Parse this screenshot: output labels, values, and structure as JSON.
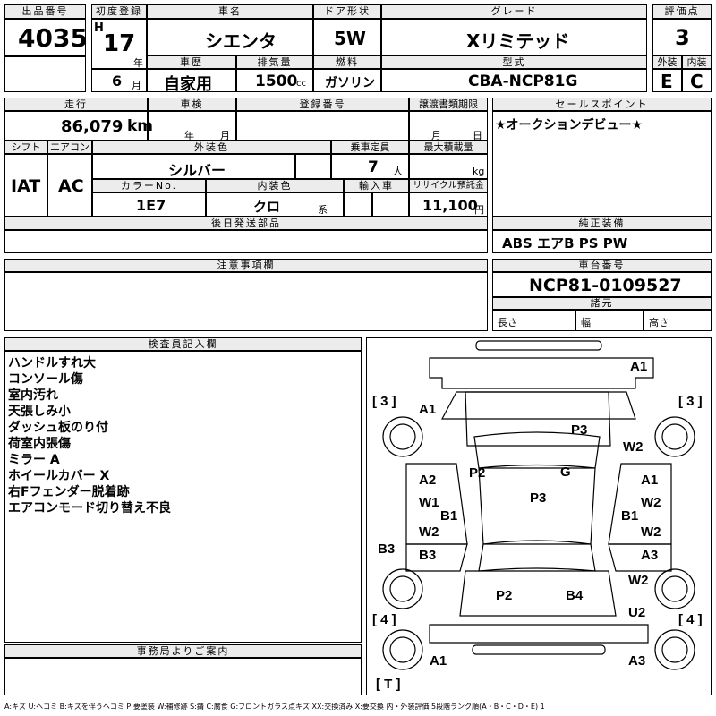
{
  "header": {
    "lot_no_label": "出品番号",
    "lot_no": "4035",
    "first_reg_label": "初度登録",
    "era": "H",
    "year": "17",
    "year_unit": "年",
    "month": "6",
    "month_unit": "月",
    "car_name_label": "車名",
    "car_name": "シエンタ",
    "door_label": "ドア形状",
    "door": "5W",
    "grade_label": "グレード",
    "grade": "Xリミテッド",
    "score_label": "評価点",
    "score": "3",
    "history_label": "車歴",
    "history": "自家用",
    "displacement_label": "排気量",
    "displacement": "1500",
    "displacement_unit": "cc",
    "fuel_label": "燃料",
    "fuel": "ガソリン",
    "model_label": "型式",
    "model": "CBA-NCP81G",
    "exterior_label": "外装",
    "exterior": "E",
    "interior_label": "内装",
    "interior": "C"
  },
  "info": {
    "mileage_label": "走行",
    "mileage": "86,079",
    "mileage_unit": "km",
    "inspection_label": "車検",
    "inspection_year_unit": "年",
    "inspection_month_unit": "月",
    "registration_label": "登録番号",
    "transfer_label": "譲渡書類期限",
    "transfer_month_unit": "月",
    "transfer_day_unit": "日",
    "shift_label": "シフト",
    "shift": "IAT",
    "ac_label": "エアコン",
    "ac": "AC",
    "ext_color_label": "外装色",
    "ext_color": "シルバー",
    "capacity_label": "乗車定員",
    "capacity": "7",
    "capacity_unit": "人",
    "max_load_label": "最大積載量",
    "max_load_unit": "kg",
    "color_no_label": "カラーNo.",
    "color_no": "1E7",
    "int_color_label": "内装色",
    "int_color": "クロ",
    "int_color_unit": "系",
    "import_label": "輸入車",
    "recycle_label": "リサイクル預託金",
    "recycle": "11,100",
    "recycle_unit": "円",
    "later_parts_label": "後日発送部品"
  },
  "sales_point": {
    "label": "セールスポイント",
    "text": "★オークションデビュー★"
  },
  "equipment": {
    "label": "純正装備",
    "text": "ABS エアB PS PW"
  },
  "notes": {
    "label": "注意事項欄"
  },
  "chassis": {
    "label": "車台番号",
    "value": "NCP81-0109527",
    "specs_label": "諸元",
    "length_label": "長さ",
    "width_label": "幅",
    "height_label": "高さ"
  },
  "inspector": {
    "label": "検査員記入欄",
    "lines": [
      "ハンドルすれ大",
      "コンソール傷",
      "室内汚れ",
      "天張しみ小",
      "ダッシュ板のり付",
      "荷室内張傷",
      "ミラー A",
      "ホイールカバー X",
      "右Fフェンダー脱着跡",
      "エアコンモード切り替え不良"
    ]
  },
  "office": {
    "label": "事務局よりご案内"
  },
  "diagram": {
    "tire_fl": "[ 3 ]",
    "tire_fr": "[ 3 ]",
    "tire_rl": "[ 4 ]",
    "tire_rr": "[ 4 ]",
    "tire_t": "[ T ]",
    "marks": {
      "front_bumper": "A1",
      "hood_left": "A1",
      "roof_front": "P3",
      "windshield_right": "W2",
      "pillar": "P2",
      "glass": "G",
      "l_front_door": "A2",
      "l_front_window": "W1",
      "r_front_door": "A1",
      "r_front_window": "W2",
      "roof": "P3",
      "l_b": "B1",
      "r_b": "B1",
      "l_rear_window": "W2",
      "r_rear_window": "W2",
      "l_sill": "B3",
      "l_rear_door": "B3",
      "r_rear_door": "A3",
      "r_quarter_window": "W2",
      "rear_glass_l": "P2",
      "rear_glass_r": "B4",
      "r_rear": "U2",
      "rear_bumper_l": "A1",
      "rear_bumper_r": "A3"
    }
  },
  "legend": "A:キズ U:ヘコミ B:キズを伴うヘコミ P:要塗装 W:補修跡 S:錆 C:腐食 G:フロントガラス点キズ XX:交換済み X:要交換 内・外装評価 5段階ランク順(A・B・C・D・E) 1"
}
